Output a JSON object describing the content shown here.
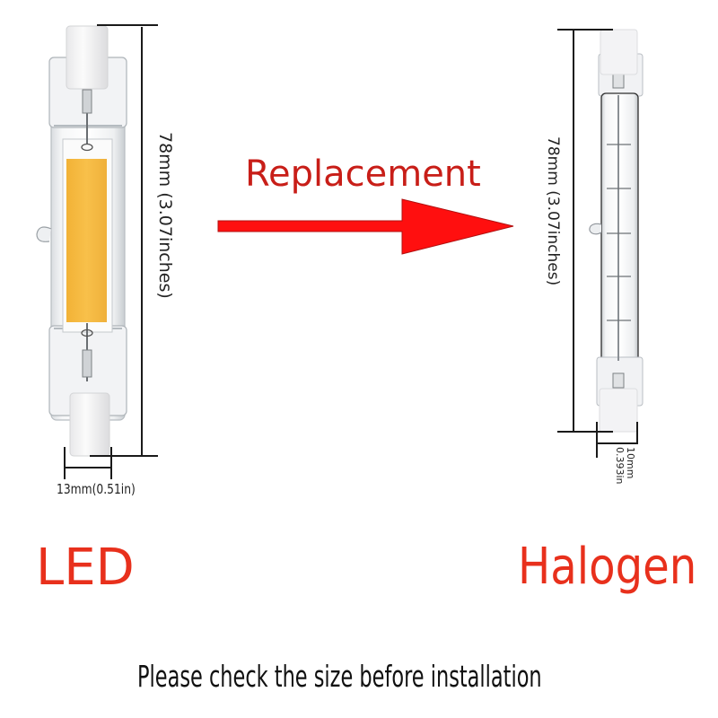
{
  "colors": {
    "background": "#ffffff",
    "arrow_fill": "#FF0F0F",
    "arrow_outline": "#B01010",
    "replacement_text": "#C81E18",
    "label_red": "#E8301C",
    "led_strip": "#F6BC44",
    "dimension_line": "#1a1a1a",
    "caption_text": "#111111"
  },
  "arrow": {
    "label": "Replacement"
  },
  "led_bulb": {
    "title": "LED",
    "length_dimension": "78mm (3.07inches)",
    "width_dimension": "13mm(0.51in)"
  },
  "halogen_bulb": {
    "title": "Halogen",
    "length_dimension": "78mm (3.07inches)",
    "width_dimension_mm": "10mm",
    "width_dimension_in": "0.393in"
  },
  "caption": "Please check the size before installation"
}
